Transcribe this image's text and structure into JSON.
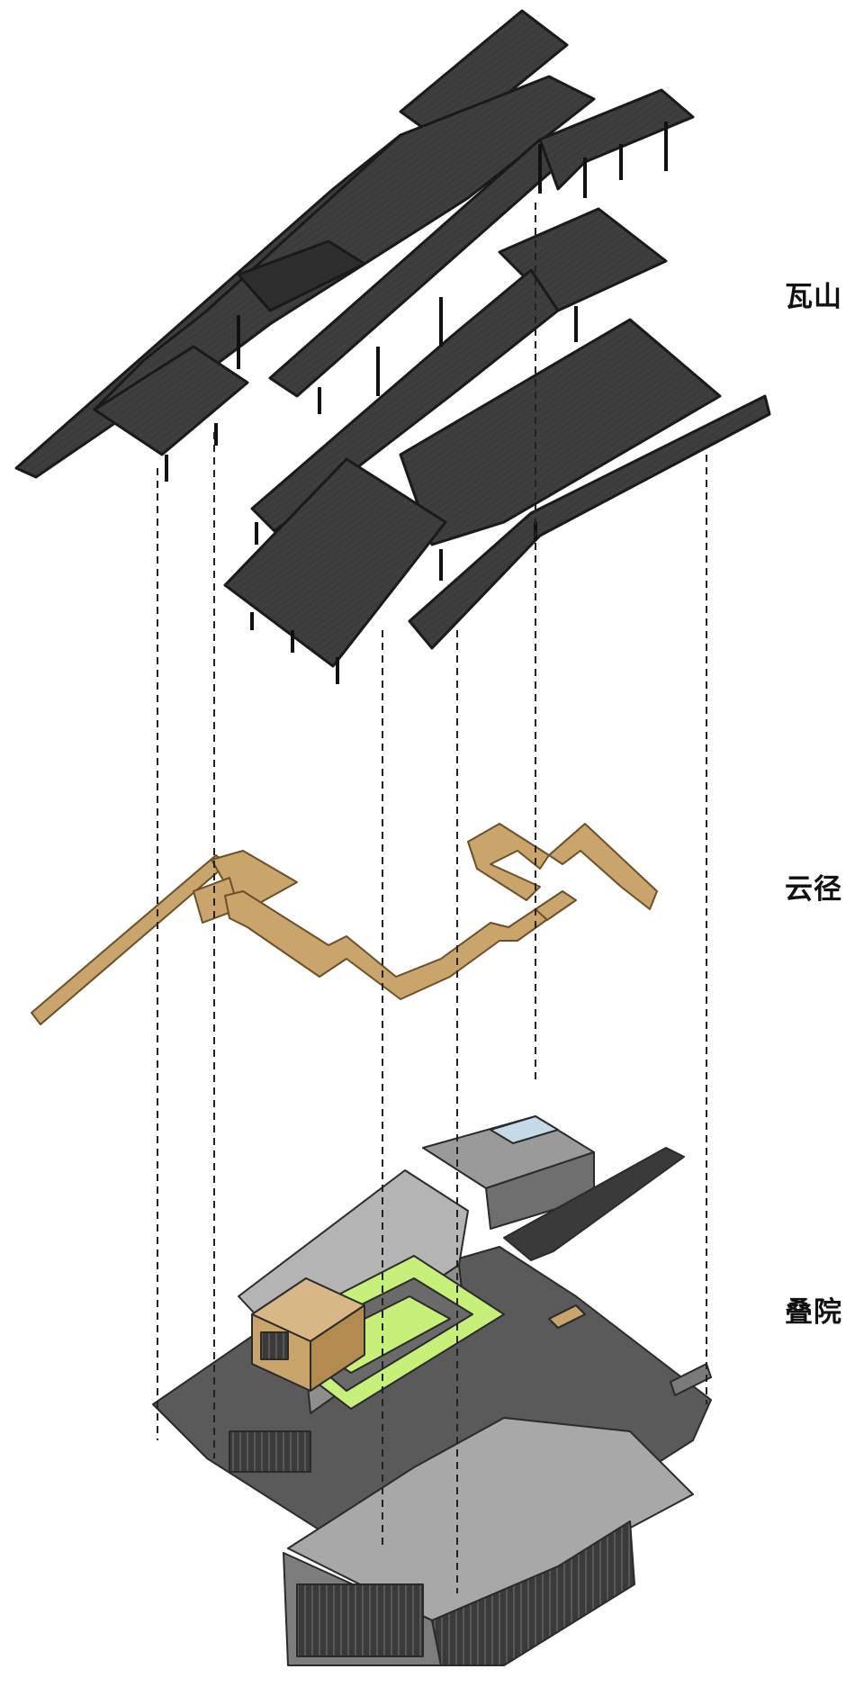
{
  "labels": {
    "roof_layer": "瓦山",
    "path_layer": "云径",
    "courtyard_layer": "叠院"
  },
  "colors": {
    "roof": "#3c3c3c",
    "roof_edge": "#1a1a1a",
    "bridge": "#c9a46b",
    "bridge_edge": "#6b4f2a",
    "wall": "#8e8e8e",
    "wall_light": "#b4b4b4",
    "floor": "#5a5a5a",
    "lawn": "#c6f07a",
    "timber_box": "#c9a46b",
    "dash": "#222222"
  }
}
